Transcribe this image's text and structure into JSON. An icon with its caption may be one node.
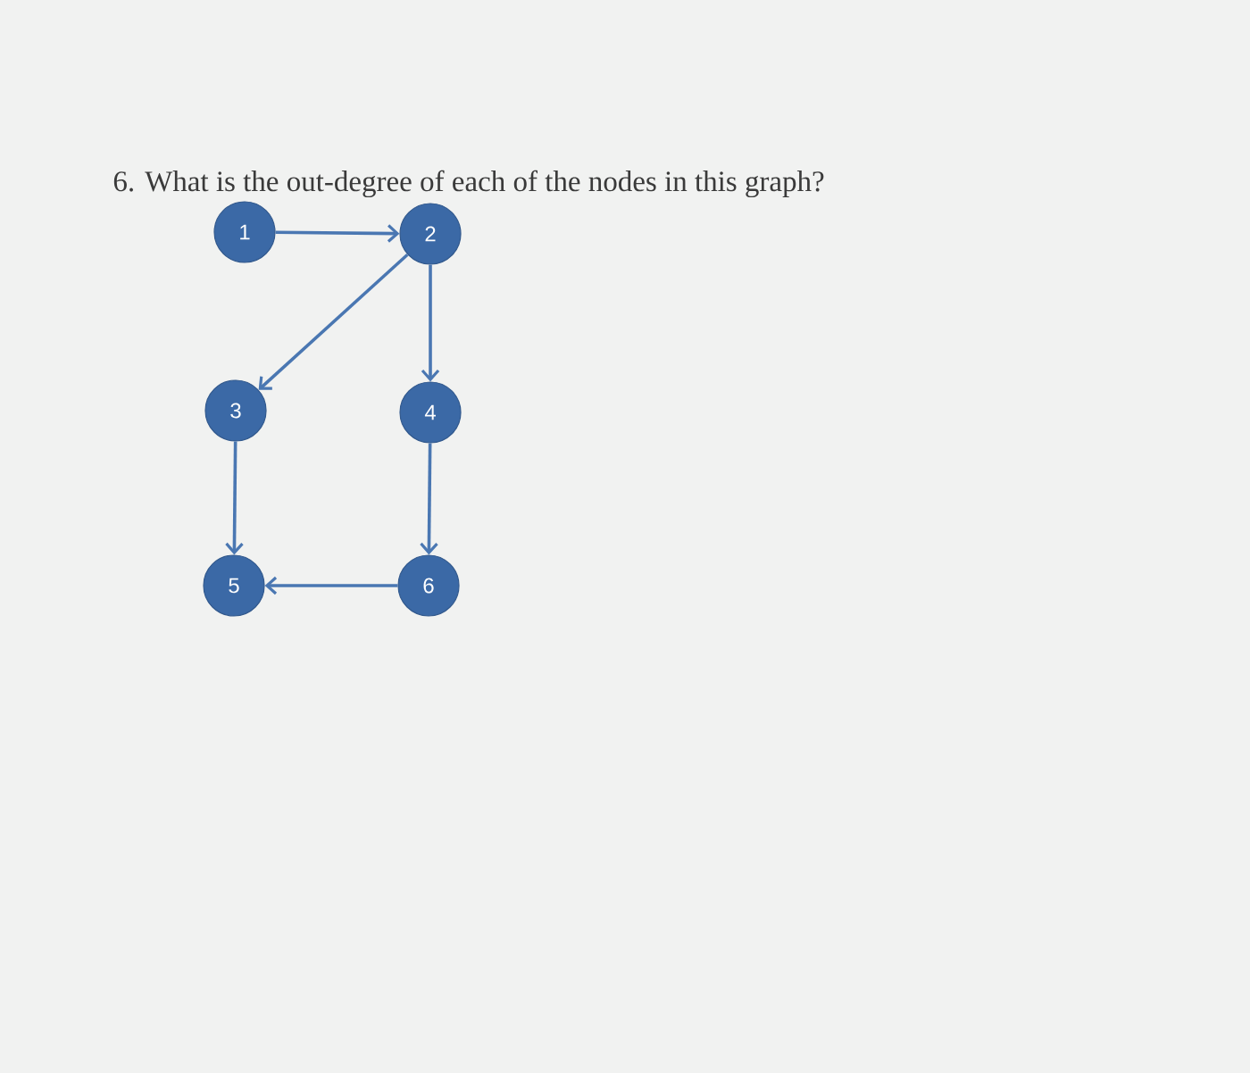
{
  "diagram": {
    "title": "6. What is the out-degree of each of the nodes in this graph?",
    "nodes": [
      {
        "text": [
          "1"
        ]
      },
      {
        "text": [
          "2"
        ]
      },
      {
        "text": [
          "3"
        ]
      },
      {
        "text": [
          "4"
        ]
      },
      {
        "text": [
          "5"
        ]
      },
      {
        "text": [
          "6"
        ]
      }
    ],
    "edges": [
      {
        "from": 0,
        "to": 1,
        "arrow": "to"
      },
      {
        "from": 1,
        "to": 2,
        "arrow": "to"
      },
      {
        "from": 1,
        "to": 3,
        "arrow": "to"
      },
      {
        "from": 2,
        "to": 4,
        "arrow": "to"
      },
      {
        "from": 3,
        "to": 5,
        "arrow": "to"
      },
      {
        "from": 5,
        "to": 4,
        "arrow": "to"
      }
    ]
  }
}
